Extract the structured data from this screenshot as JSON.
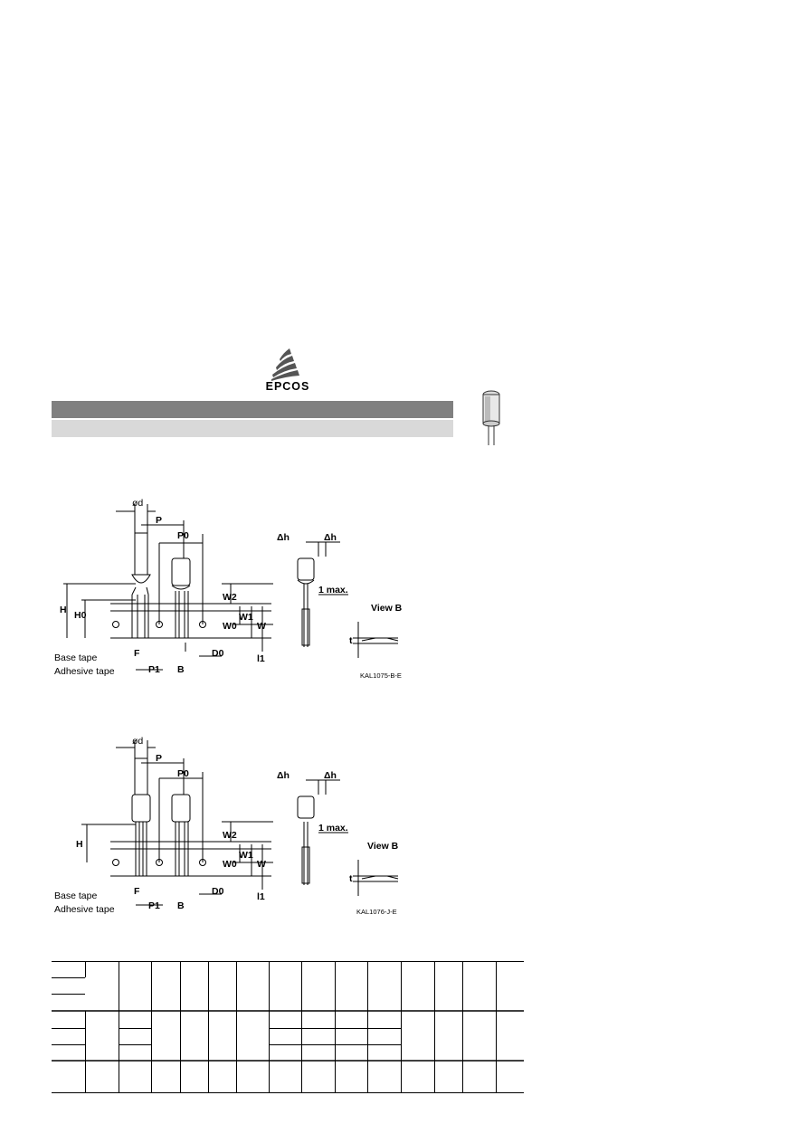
{
  "brand": {
    "name": "EPCOS"
  },
  "diagrams": [
    {
      "id": "KAL1075-B-E",
      "code": "KAL1075-B-E",
      "labels": {
        "d": "ød",
        "P": "P",
        "P0": "P0",
        "dh_left": "Δh",
        "dh_right": "Δh",
        "max": "1 max.",
        "view": "View B",
        "H": "H",
        "H0": "H0",
        "W2": "W2",
        "W0": "W0",
        "W1": "W1",
        "W": "W",
        "l1": "l1",
        "F": "F",
        "P1": "P1",
        "B": "B",
        "D0": "D0",
        "t": "t",
        "base_tape": "Base tape",
        "adhesive_tape": "Adhesive tape"
      }
    },
    {
      "id": "KAL1076-J-E",
      "code": "KAL1076-J-E",
      "labels": {
        "d": "ød",
        "P": "P",
        "P0": "P0",
        "dh_left": "Δh",
        "dh_right": "Δh",
        "max": "1 max.",
        "view": "View B",
        "H": "H",
        "W2": "W2",
        "W0": "W0",
        "W1": "W1",
        "W": "W",
        "l1": "l1",
        "F": "F",
        "P1": "P1",
        "B": "B",
        "D0": "D0",
        "t": "t",
        "base_tape": "Base tape",
        "adhesive_tape": "Adhesive tape"
      }
    }
  ]
}
